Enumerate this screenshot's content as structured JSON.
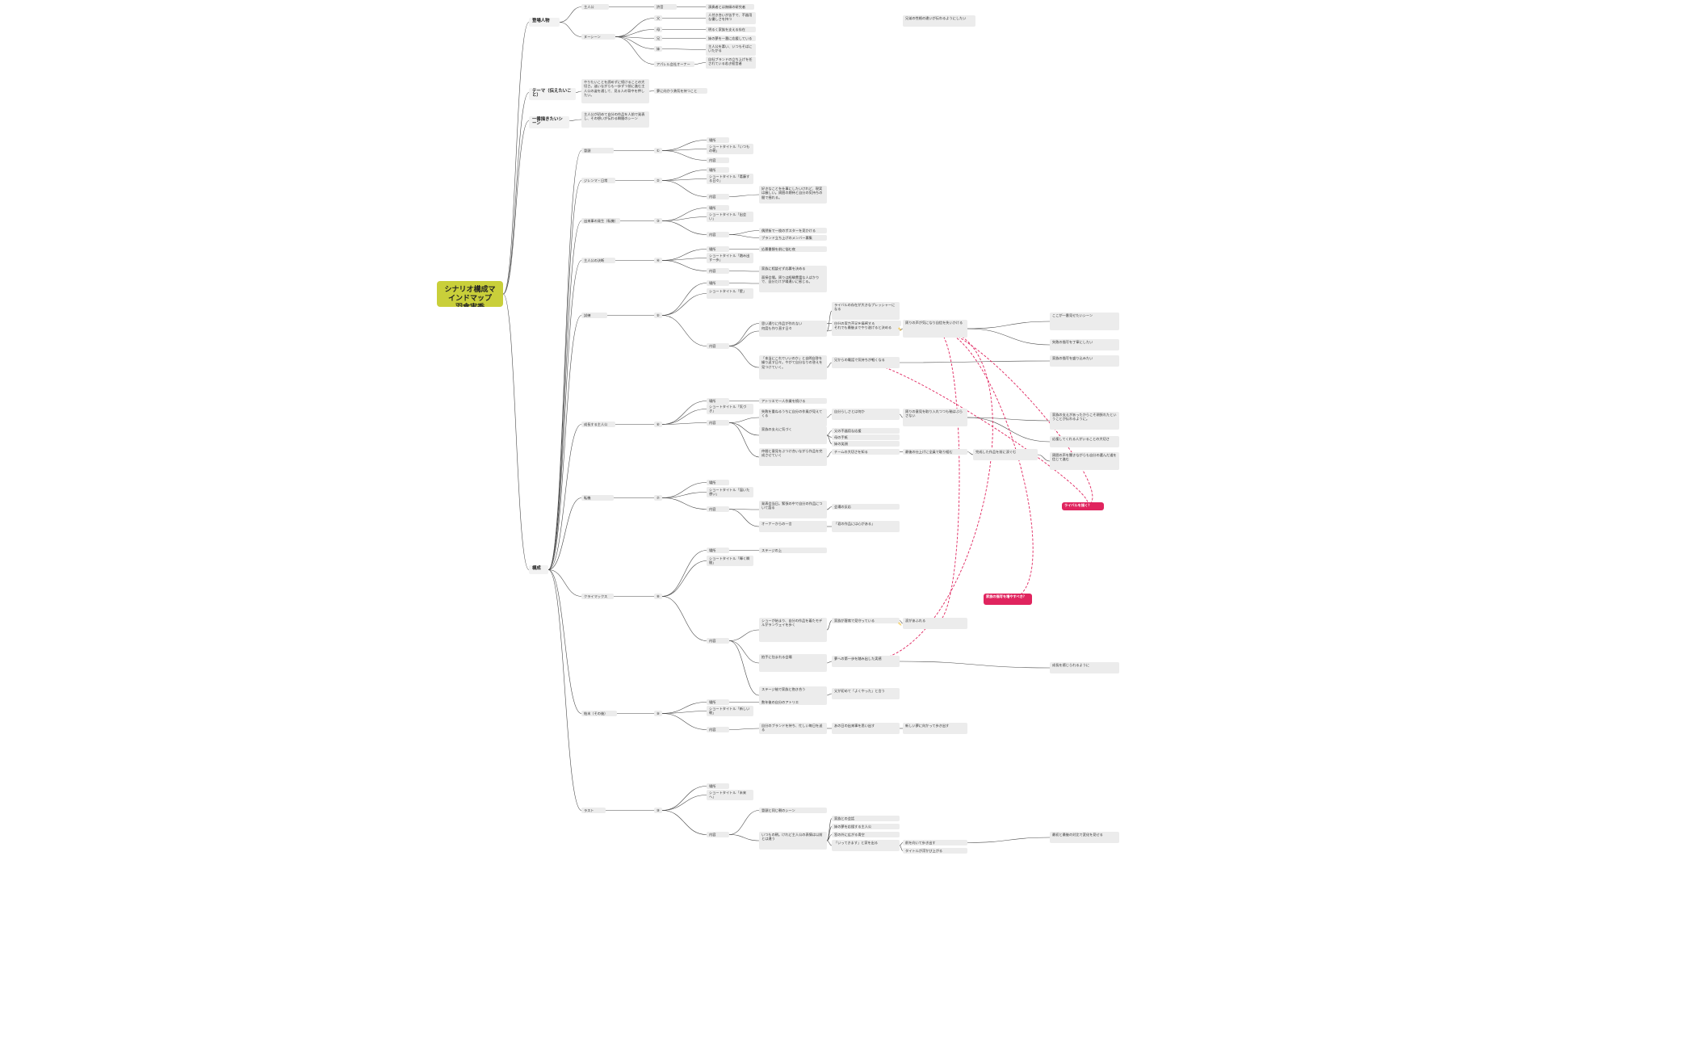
{
  "root": {
    "title": "シナリオ構成マインドマップ　　羽倉実季"
  },
  "nodes": [
    {
      "id": "n1",
      "text": "登場人物"
    },
    {
      "id": "n1a",
      "text": "主人公"
    },
    {
      "id": "n1a1",
      "text": "詩音"
    },
    {
      "id": "n1a2",
      "text": "演奏者とは無縁の研究者"
    },
    {
      "id": "n1b",
      "text": "ヌーシーン"
    },
    {
      "id": "n1b1",
      "text": "父"
    },
    {
      "id": "n1b1a",
      "text": "人付き合いが苦手で、不器用な優しさを持つ"
    },
    {
      "id": "n1b2",
      "text": "母"
    },
    {
      "id": "n1b2a",
      "text": "明るく家族を支える存在"
    },
    {
      "id": "n1b3",
      "text": "兄"
    },
    {
      "id": "n1b3a",
      "text": "妹の夢を一番に応援している"
    },
    {
      "id": "n1b4",
      "text": "妹"
    },
    {
      "id": "n1b4a",
      "text": "主人公を慕い、いつもそばにいたがる"
    },
    {
      "id": "n1b5",
      "text": "アパレル会社オーナー"
    },
    {
      "id": "n1b5a",
      "text": "自社ブランドの立ち上げを任されている若き経営者"
    },
    {
      "id": "n2",
      "text": "テーマ（伝えたいこと）"
    },
    {
      "id": "n2a",
      "text": "やりたいことを諦めずに続けることの大切さ。迷いながらも一歩ずつ前に進む主人公の姿を通して、見る人の背中を押したい。"
    },
    {
      "id": "n2b",
      "text": "夢に向かう勇気を持つこと"
    },
    {
      "id": "n3",
      "text": "一番描きたいシーン"
    },
    {
      "id": "n3a",
      "text": "主人公が初めて自分の作品を人前で発表し、その想いが伝わる瞬間のシーン"
    },
    {
      "id": "n4",
      "text": "構成"
    },
    {
      "id": "c1",
      "text": "冒頭"
    },
    {
      "id": "c1x",
      "text": "①"
    },
    {
      "id": "c1a",
      "text": "場所"
    },
    {
      "id": "c1b",
      "text": "ショートタイトル「いつもの朝」"
    },
    {
      "id": "c1c",
      "text": "内容"
    },
    {
      "id": "c2",
      "text": "ジレンマ・日常"
    },
    {
      "id": "c2x",
      "text": "②"
    },
    {
      "id": "c2a",
      "text": "場所"
    },
    {
      "id": "c2b",
      "text": "ショートタイトル「葛藤する日々」"
    },
    {
      "id": "c2c",
      "text": "内容"
    },
    {
      "id": "c2c1",
      "text": "好きなことを仕事にしたいけれど、現実は厳しい。周囲の期待と自分の気持ちの間で揺れる。"
    },
    {
      "id": "c3",
      "text": "出来事の発生（転機）"
    },
    {
      "id": "c3x",
      "text": "③"
    },
    {
      "id": "c3a",
      "text": "場所"
    },
    {
      "id": "c3b",
      "text": "ショートタイトル「出会い」"
    },
    {
      "id": "c3c",
      "text": "内容"
    },
    {
      "id": "c3c1",
      "text": "偶然街で一枚のポスターを見かける"
    },
    {
      "id": "c3c2",
      "text": "ブランド立ち上げのメンバー募集"
    },
    {
      "id": "c4",
      "text": "主人公の決断"
    },
    {
      "id": "c4x",
      "text": "④"
    },
    {
      "id": "c4a",
      "text": "場所"
    },
    {
      "id": "c4a1",
      "text": "応募書類を前に悩む夜"
    },
    {
      "id": "c4b",
      "text": "ショートタイトル「踏み出す一歩」"
    },
    {
      "id": "c4c",
      "text": "内容"
    },
    {
      "id": "c4c1",
      "text": "家族に相談せず応募を決める"
    },
    {
      "id": "c5",
      "text": "試練"
    },
    {
      "id": "c5x",
      "text": "⑤"
    },
    {
      "id": "c5a",
      "text": "場所"
    },
    {
      "id": "c5a1",
      "text": "面接会場。周りは経験豊富な人ばかりで、自分だけが場違いに感じる。"
    },
    {
      "id": "c5b",
      "text": "ショートタイトル「壁」"
    },
    {
      "id": "c5c",
      "text": "内容"
    },
    {
      "id": "c5c1",
      "text": "思い通りに作品が作れない"
    },
    {
      "id": "c5c1a",
      "text": "自分の実力不足を痛感する"
    },
    {
      "id": "c5c1b",
      "text": "何度も作り直す日々"
    },
    {
      "id": "c5c1b1",
      "text": "ライバルの存在が大きなプレッシャーになる"
    },
    {
      "id": "c5c1b2",
      "text": "それでも最後までやり遂げると決める"
    },
    {
      "id": "c5c1b3",
      "text": "周りの声が気になり自信を失いかける"
    },
    {
      "id": "c5c2",
      "text": "「本当にこれでいいのか」と自問自答を繰り返す日々。やがて自分なりの答えを見つけていく。"
    },
    {
      "id": "c5c2a",
      "text": "兄からの電話で気持ちが軽くなる"
    },
    {
      "id": "c6",
      "text": "成長する主人公"
    },
    {
      "id": "c6x",
      "text": "⑥"
    },
    {
      "id": "c6a",
      "text": "場所"
    },
    {
      "id": "c6a1",
      "text": "アトリエで一人作業を続ける"
    },
    {
      "id": "c6b",
      "text": "ショートタイトル「気づき」"
    },
    {
      "id": "c6c",
      "text": "内容"
    },
    {
      "id": "c6c1",
      "text": "失敗を重ねるうちに自分の作風が見えてくる"
    },
    {
      "id": "c6c1a",
      "text": "自分らしさとは何か"
    },
    {
      "id": "c6c1b",
      "text": "周りの意見を取り入れつつも軸はぶらさない"
    },
    {
      "id": "c6c2",
      "text": "家族の支えに気づく"
    },
    {
      "id": "c6c2a",
      "text": "父の不器用な応援"
    },
    {
      "id": "c6c2b",
      "text": "母の手紙"
    },
    {
      "id": "c6c2c",
      "text": "妹の笑顔"
    },
    {
      "id": "c6c3",
      "text": "仲間と意見をぶつけ合いながら作品を完成させていく"
    },
    {
      "id": "c6c3a",
      "text": "チームの大切さを知る"
    },
    {
      "id": "c6c3b",
      "text": "最後の仕上げに全員で取り組む"
    },
    {
      "id": "c6c3c",
      "text": "完成した作品を前に涙ぐむ"
    },
    {
      "id": "c7",
      "text": "転機"
    },
    {
      "id": "c7x",
      "text": "⑦"
    },
    {
      "id": "c7a",
      "text": "場所"
    },
    {
      "id": "c7b",
      "text": "ショートタイトル「届いた想い」"
    },
    {
      "id": "c7c",
      "text": "内容"
    },
    {
      "id": "c7c1",
      "text": "発表会当日。緊張の中で自分の作品について語る"
    },
    {
      "id": "c7c1a",
      "text": "会場の反応"
    },
    {
      "id": "c7c2",
      "text": "オーナーからの一言"
    },
    {
      "id": "c7c2a",
      "text": "「君の作品には心がある」"
    },
    {
      "id": "c8",
      "text": "クライマックス"
    },
    {
      "id": "c8x",
      "text": "⑧"
    },
    {
      "id": "c8a",
      "text": "場所"
    },
    {
      "id": "c8a1",
      "text": "ステージの上"
    },
    {
      "id": "c8b",
      "text": "ショートタイトル「輝く瞬間」"
    },
    {
      "id": "c8c",
      "text": "内容"
    },
    {
      "id": "c8c1",
      "text": "ショーが始まり、自分の作品を着たモデルがランウェイを歩く"
    },
    {
      "id": "c8c1a",
      "text": "家族が客席で見守っている"
    },
    {
      "id": "c8c1b",
      "text": "涙があふれる"
    },
    {
      "id": "c8c2",
      "text": "拍手に包まれる会場"
    },
    {
      "id": "c8c2a",
      "text": "夢への第一歩を踏み出した実感"
    },
    {
      "id": "c8c3",
      "text": "ステージ袖で家族と抱き合う"
    },
    {
      "id": "c8c3a",
      "text": "父が初めて「よくやった」と言う"
    },
    {
      "id": "c9",
      "text": "結末（その後）"
    },
    {
      "id": "c9x",
      "text": "⑨"
    },
    {
      "id": "c9a",
      "text": "場所"
    },
    {
      "id": "c9a1",
      "text": "数年後の自分のアトリエ"
    },
    {
      "id": "c9b",
      "text": "ショートタイトル「新しい朝」"
    },
    {
      "id": "c9c",
      "text": "内容"
    },
    {
      "id": "c9c1",
      "text": "自分のブランドを持ち、忙しい毎日を送る"
    },
    {
      "id": "c9c2",
      "text": "あの日の出来事を思い出す"
    },
    {
      "id": "c9c3",
      "text": "新しい夢に向かって歩き出す"
    },
    {
      "id": "c10",
      "text": "ラスト"
    },
    {
      "id": "c10x",
      "text": "⑩"
    },
    {
      "id": "c10a",
      "text": "場所"
    },
    {
      "id": "c10b",
      "text": "ショートタイトル「未来へ」"
    },
    {
      "id": "c10c",
      "text": "内容"
    },
    {
      "id": "c10c0",
      "text": "冒頭と同じ朝のシーン"
    },
    {
      "id": "c10c1",
      "text": "いつもの朝。けれど主人公の表情は以前とは違う"
    },
    {
      "id": "c10c1a",
      "text": "家族との会話"
    },
    {
      "id": "c10c1b",
      "text": "妹の夢を応援する主人公"
    },
    {
      "id": "c10c1c",
      "text": "窓の外に広がる青空"
    },
    {
      "id": "c10c1d",
      "text": "「いってきます」と家を出る"
    },
    {
      "id": "c10c1e",
      "text": "前を向いて歩き出す"
    },
    {
      "id": "c10c1f",
      "text": "タイトルが浮かび上がる"
    }
  ],
  "extra_notes": [
    {
      "id": "e1",
      "text": "兄弟の性格の違いが伝わるようにしたい"
    },
    {
      "id": "e2",
      "text": "ここが一番見せたいシーン"
    },
    {
      "id": "e3",
      "text": "失敗の描写を丁寧にしたい"
    },
    {
      "id": "e4",
      "text": "家族の描写を盛り込みたい"
    },
    {
      "id": "e5",
      "text": "家族の支えがあったからこそ頑張れたということが伝わるように。"
    },
    {
      "id": "e6",
      "text": "応援してくれる人がいることの大切さ"
    },
    {
      "id": "e7",
      "text": "周囲の声を聞きながらも自分の選んだ道を信じて進む"
    },
    {
      "id": "e8",
      "text": "成長を感じられるように"
    },
    {
      "id": "e9",
      "text": "最初と最後の対比で変化を見せる"
    }
  ],
  "pink_notes": [
    {
      "id": "p1",
      "text": "ライバルを描く？"
    },
    {
      "id": "p2",
      "text": "家族の描写を増やすべき？"
    }
  ],
  "colors": {
    "root_bg": "#c9cf3a",
    "node_bg": "#ececec",
    "branch_line": "#4a4a4a",
    "relation_line": "#e0245e",
    "pink_note_bg": "#e0245e"
  },
  "icons": [
    "note-icon"
  ]
}
